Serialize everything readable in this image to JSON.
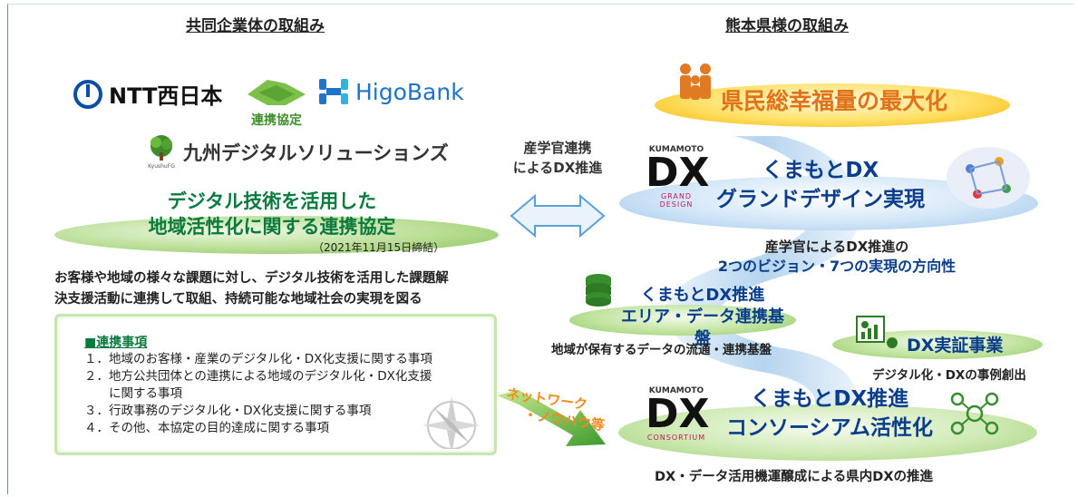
{
  "headers": {
    "left": "共同企業体の取組み",
    "right": "熊本県様の取組み"
  },
  "logos": {
    "ntt": "NTT西日本",
    "higobank": "HigoBank",
    "agreement_badge": "連携協定",
    "kyushu": "九州デジタルソリューションズ",
    "kyushu_small": "KyushuFG"
  },
  "agreement": {
    "title_line1": "デジタル技術を活用した",
    "title_line2": "地域活性化に関する連携協定",
    "date": "（2021年11月15日締結）"
  },
  "description": {
    "line1": "お客様や地域の様々な課題に対し、デジタル技術を活用した課題解",
    "line2": "決支援活動に連携して取組、持続可能な地域社会の実現を図る"
  },
  "items_box": {
    "title": "■連携事項",
    "items": [
      "１．地域のお客様・産業のデジタル化・DX化支援に関する事項",
      "２．地方公共団体との連携による地域のデジタル化・DX化支援",
      "　　に関する事項",
      "３．行政事務のデジタル化・DX化支援に関する事項",
      "４．その他、本協定の目的達成に関する事項"
    ]
  },
  "center": {
    "line1": "産学官連携",
    "line2": "によるDX推進",
    "network_line1": "ネットワーク",
    "network_line2": "・ノウハウ等"
  },
  "right": {
    "goal": "県民総幸福量の最大化",
    "kumamoto_small": "KUMAMOTO",
    "dx_big": "DX",
    "grand_design_small": "GRAND DESIGN",
    "consortium_small": "CONSORTIUM",
    "gd_line1": "くまもとDX",
    "gd_line2": "グランドデザイン実現",
    "vision_line1": "産学官によるDX推進の",
    "vision_line2": "2つのビジョン・7つの実現の方向性",
    "area_line1": "くまもとDX推進",
    "area_line2": "エリア・データ連携基盤",
    "area_caption": "地域が保有するデータの流通・連携基盤",
    "demo_title": "DX実証事業",
    "demo_caption": "デジタル化・DXの事例創出",
    "consortium_line1": "くまもとDX推進",
    "consortium_line2": "コンソーシアム活性化",
    "bottom_caption": "DX・データ活用機運醸成による県内DXの推進"
  }
}
